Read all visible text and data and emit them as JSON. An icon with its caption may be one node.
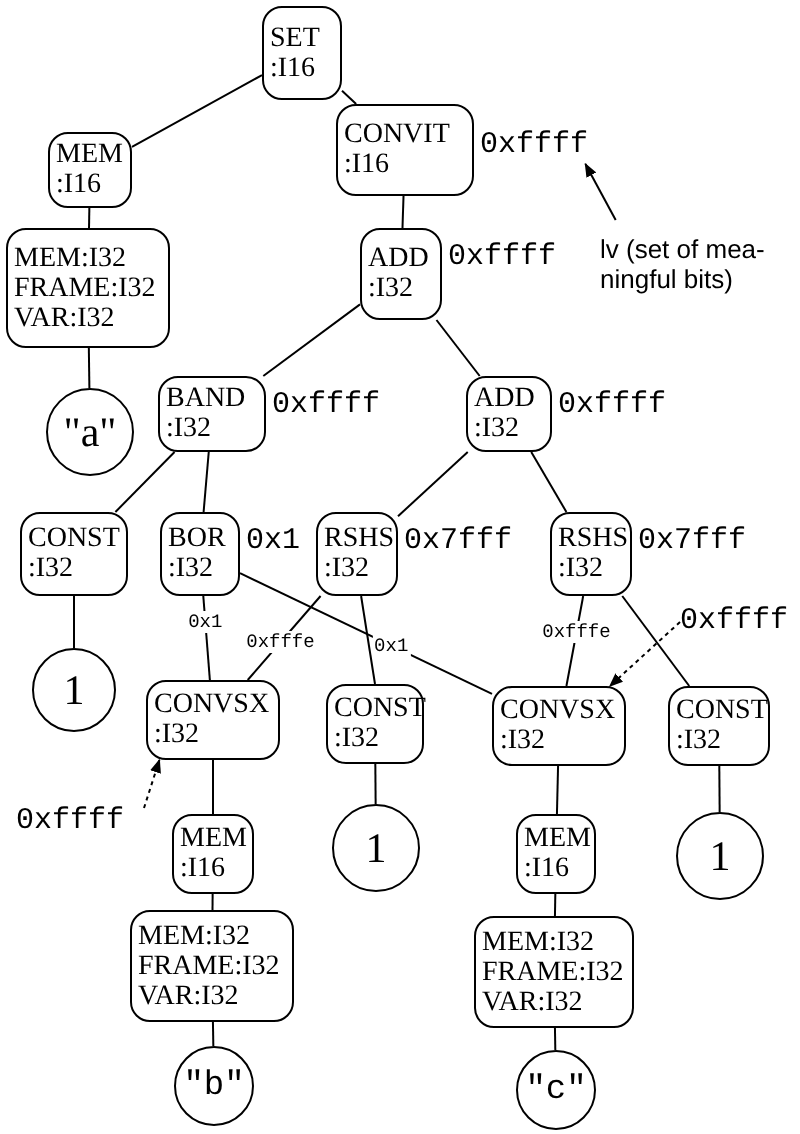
{
  "diagram": {
    "nodes": [
      {
        "text": [
          "SET",
          ":I16"
        ]
      },
      {
        "text": [
          "MEM",
          ":I16"
        ]
      },
      {
        "text": [
          "CONVIT",
          ":I16"
        ]
      },
      {
        "text": [
          "0xffff"
        ]
      },
      {
        "text": [
          "lv (set of mea- ningful bits)"
        ]
      },
      {
        "text": [
          "MEM:I32",
          "FRAME:I32",
          "VAR:I32"
        ]
      },
      {
        "text": [
          "ADD",
          ":I32"
        ],
        "beside": [
          "0xffff"
        ]
      },
      {
        "text": [
          "\"a\""
        ]
      },
      {
        "text": [
          "BAND",
          ":I32"
        ],
        "beside": [
          "0xffff"
        ]
      },
      {
        "text": [
          "ADD",
          ":I32"
        ],
        "beside": [
          "0xffff"
        ]
      },
      {
        "text": [
          "CONST",
          ":I32"
        ]
      },
      {
        "text": [
          "BOR",
          ":I32"
        ],
        "beside": [
          "0x1"
        ]
      },
      {
        "text": [
          "RSHS",
          ":I32"
        ],
        "beside": [
          "0x7fff"
        ]
      },
      {
        "text": [
          "RSHS",
          ":I32"
        ],
        "beside": [
          "0x7fff"
        ]
      },
      {
        "text": [
          "0xffff"
        ]
      },
      {
        "text": [
          "1"
        ]
      },
      {
        "text": [
          "CONVSX",
          ":I32"
        ]
      },
      {
        "text": [
          "CONST",
          ":I32"
        ]
      },
      {
        "text": [
          "CONVSX",
          ":I32"
        ]
      },
      {
        "text": [
          "CONST",
          ":I32"
        ]
      },
      {
        "text": [
          "0xffff"
        ]
      },
      {
        "text": [
          "MEM",
          ":I16"
        ]
      },
      {
        "text": [
          "1"
        ]
      },
      {
        "text": [
          "MEM",
          ":I16"
        ]
      },
      {
        "text": [
          "1"
        ]
      },
      {
        "text": [
          "MEM:I32",
          "FRAME:I32",
          "VAR:I32"
        ]
      },
      {
        "text": [
          "MEM:I32",
          "FRAME:I32",
          "VAR:I32"
        ]
      },
      {
        "text": [
          "\"b\""
        ]
      },
      {
        "text": [
          "\"c\""
        ]
      }
    ],
    "edges": [
      {
        "from": 0,
        "to": 1,
        "arrow": "none"
      },
      {
        "from": 0,
        "to": 2,
        "arrow": "none"
      },
      {
        "from": 1,
        "to": 5,
        "arrow": "none"
      },
      {
        "from": 5,
        "to": 7,
        "arrow": "none"
      },
      {
        "from": 2,
        "to": 6,
        "arrow": "none"
      },
      {
        "from": 6,
        "to": 8,
        "arrow": "none"
      },
      {
        "from": 6,
        "to": 9,
        "arrow": "none"
      },
      {
        "from": 8,
        "to": 10,
        "arrow": "none"
      },
      {
        "from": 8,
        "to": 11,
        "arrow": "none"
      },
      {
        "from": 9,
        "to": 12,
        "arrow": "none"
      },
      {
        "from": 9,
        "to": 13,
        "arrow": "none"
      },
      {
        "from": 10,
        "to": 15,
        "arrow": "none"
      },
      {
        "from": 11,
        "to": 16,
        "arrow": "none",
        "label": "0x1"
      },
      {
        "from": 12,
        "to": 16,
        "arrow": "none",
        "label": "0xfffe"
      },
      {
        "from": 11,
        "to": 18,
        "arrow": "none",
        "label": "0x1"
      },
      {
        "from": 12,
        "to": 17,
        "arrow": "none"
      },
      {
        "from": 13,
        "to": 18,
        "arrow": "none",
        "label": "0xfffe"
      },
      {
        "from": 13,
        "to": 19,
        "arrow": "none"
      },
      {
        "from": 16,
        "to": 21,
        "arrow": "none"
      },
      {
        "from": 17,
        "to": 22,
        "arrow": "none"
      },
      {
        "from": 18,
        "to": 23,
        "arrow": "none"
      },
      {
        "from": 19,
        "to": 24,
        "arrow": "none"
      },
      {
        "from": 21,
        "to": 25,
        "arrow": "none"
      },
      {
        "from": 23,
        "to": 26,
        "arrow": "none"
      },
      {
        "from": 25,
        "to": 27,
        "arrow": "none"
      },
      {
        "from": 26,
        "to": 28,
        "arrow": "none"
      },
      {
        "from": 4,
        "to": 3,
        "arrow": "to"
      },
      {
        "from": 20,
        "to": 16,
        "arrow": "to",
        "style": "dashed"
      },
      {
        "from": 14,
        "to": 18,
        "arrow": "to",
        "style": "dashed"
      }
    ]
  }
}
